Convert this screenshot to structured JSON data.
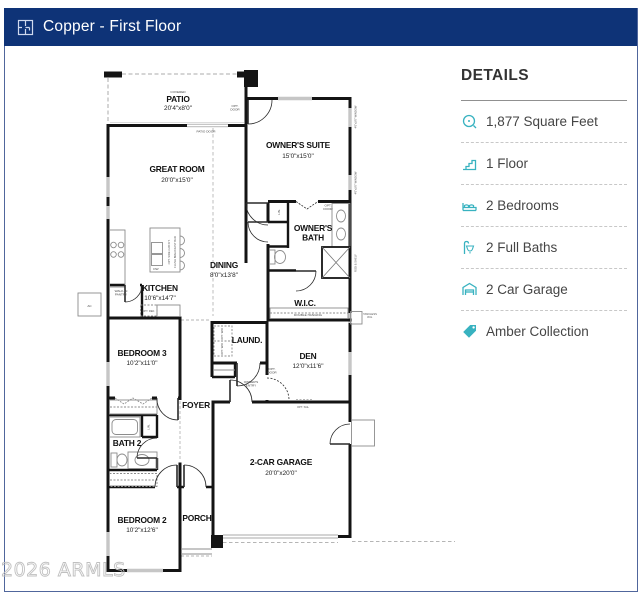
{
  "header": {
    "title": "Copper - First Floor"
  },
  "details": {
    "heading": "DETAILS",
    "accent_color": "#38b2c0",
    "items": [
      {
        "icon": "measure-icon",
        "label": "1,877 Square Feet"
      },
      {
        "icon": "floors-icon",
        "label": "1 Floor"
      },
      {
        "icon": "bedrooms-icon",
        "label": "2 Bedrooms"
      },
      {
        "icon": "baths-icon",
        "label": "2 Full Baths"
      },
      {
        "icon": "garage-icon",
        "label": "2 Car Garage"
      },
      {
        "icon": "collection-tag-icon",
        "label": "Amber Collection"
      }
    ]
  },
  "watermark": "2026 ARMLS",
  "plan": {
    "rooms": [
      {
        "id": "patio",
        "note": "COVERED",
        "name": "PATIO",
        "dims": "20'4\"x8'0\""
      },
      {
        "id": "great-room",
        "name": "GREAT ROOM",
        "dims": "20'0\"x15'0\""
      },
      {
        "id": "owners-suite",
        "name": "OWNER'S SUITE",
        "dims": "15'0\"x15'0\""
      },
      {
        "id": "owners-bath",
        "name": "OWNER'S\nBATH"
      },
      {
        "id": "dining",
        "name": "DINING",
        "dims": "8'0\"x13'8\""
      },
      {
        "id": "kitchen",
        "name": "KITCHEN",
        "dims": "10'6\"x14'7\""
      },
      {
        "id": "wic",
        "name": "W.I.C."
      },
      {
        "id": "laundry",
        "name": "LAUND."
      },
      {
        "id": "den",
        "name": "DEN",
        "dims": "12'0\"x11'6\""
      },
      {
        "id": "bedroom3",
        "name": "BEDROOM 3",
        "dims": "10'2\"x11'0\""
      },
      {
        "id": "foyer",
        "name": "FOYER"
      },
      {
        "id": "bath2",
        "name": "BATH 2"
      },
      {
        "id": "bedroom2",
        "name": "BEDROOM 2",
        "dims": "10'2\"x12'6\""
      },
      {
        "id": "porch",
        "name": "PORCH"
      },
      {
        "id": "garage",
        "name": "2-CAR GARAGE",
        "dims": "20'0\"x20'0\""
      }
    ],
    "ann": {
      "patio_door": "PATIO DOOR",
      "opt_door": "OPT.\nDOOR",
      "lin": "LIN.",
      "double_hanging": "DOUBLE HANGING",
      "tankless": "TANKLESS\nW.H.",
      "pantry": "WALK-IN\nPANTRY",
      "opt_ref": "OPT. REF.",
      "dw": "DW",
      "island_a": "OPT. SIDE CAB KIT.",
      "island_b": "FLUSH BREAKFAST BAR",
      "ac": "AC",
      "wd": "OPT. W/D",
      "owners_entry": "OWNER'S\nENTRY",
      "opt_sgl": "OPT. SGL",
      "window": "4'0\"x5'0\" WINDOW",
      "rod_shelf": "ROD & SHELF"
    }
  }
}
